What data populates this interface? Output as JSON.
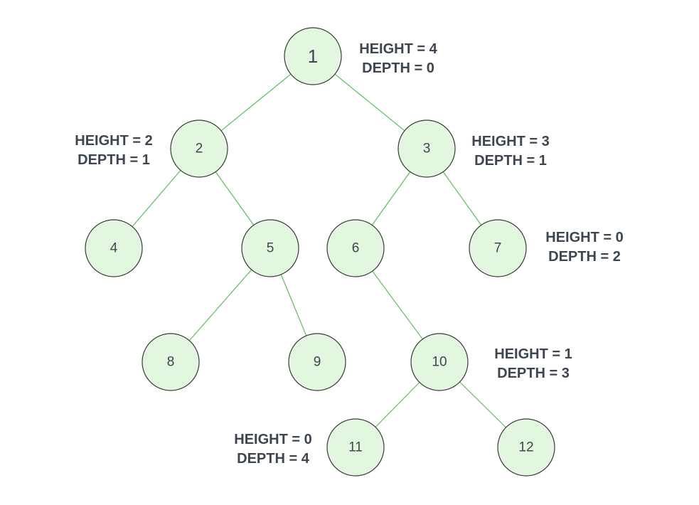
{
  "colors": {
    "edge": "#5fba5f",
    "node_fill": "#e3f7e0",
    "node_stroke": "#3a3a3a",
    "text": "#3d4650"
  },
  "nodes": [
    {
      "id": "n1",
      "label": "1"
    },
    {
      "id": "n2",
      "label": "2"
    },
    {
      "id": "n3",
      "label": "3"
    },
    {
      "id": "n4",
      "label": "4"
    },
    {
      "id": "n5",
      "label": "5"
    },
    {
      "id": "n6",
      "label": "6"
    },
    {
      "id": "n7",
      "label": "7"
    },
    {
      "id": "n8",
      "label": "8"
    },
    {
      "id": "n9",
      "label": "9"
    },
    {
      "id": "n10",
      "label": "10"
    },
    {
      "id": "n11",
      "label": "11"
    },
    {
      "id": "n12",
      "label": "12"
    }
  ],
  "edges": [
    {
      "from": "n1",
      "to": "n2"
    },
    {
      "from": "n1",
      "to": "n3"
    },
    {
      "from": "n2",
      "to": "n4"
    },
    {
      "from": "n2",
      "to": "n5"
    },
    {
      "from": "n3",
      "to": "n6"
    },
    {
      "from": "n3",
      "to": "n7"
    },
    {
      "from": "n5",
      "to": "n8"
    },
    {
      "from": "n5",
      "to": "n9"
    },
    {
      "from": "n6",
      "to": "n10"
    },
    {
      "from": "n10",
      "to": "n11"
    },
    {
      "from": "n10",
      "to": "n12"
    }
  ],
  "annotations": [
    {
      "node": "n1",
      "height": "HEIGHT = 4",
      "depth": "DEPTH = 0"
    },
    {
      "node": "n2",
      "height": "HEIGHT = 2",
      "depth": "DEPTH = 1"
    },
    {
      "node": "n3",
      "height": "HEIGHT = 3",
      "depth": "DEPTH = 1"
    },
    {
      "node": "n7",
      "height": "HEIGHT = 0",
      "depth": "DEPTH = 2"
    },
    {
      "node": "n10",
      "height": "HEIGHT = 1",
      "depth": "DEPTH = 3"
    },
    {
      "node": "n11",
      "height": "HEIGHT = 0",
      "depth": "DEPTH = 4"
    }
  ]
}
